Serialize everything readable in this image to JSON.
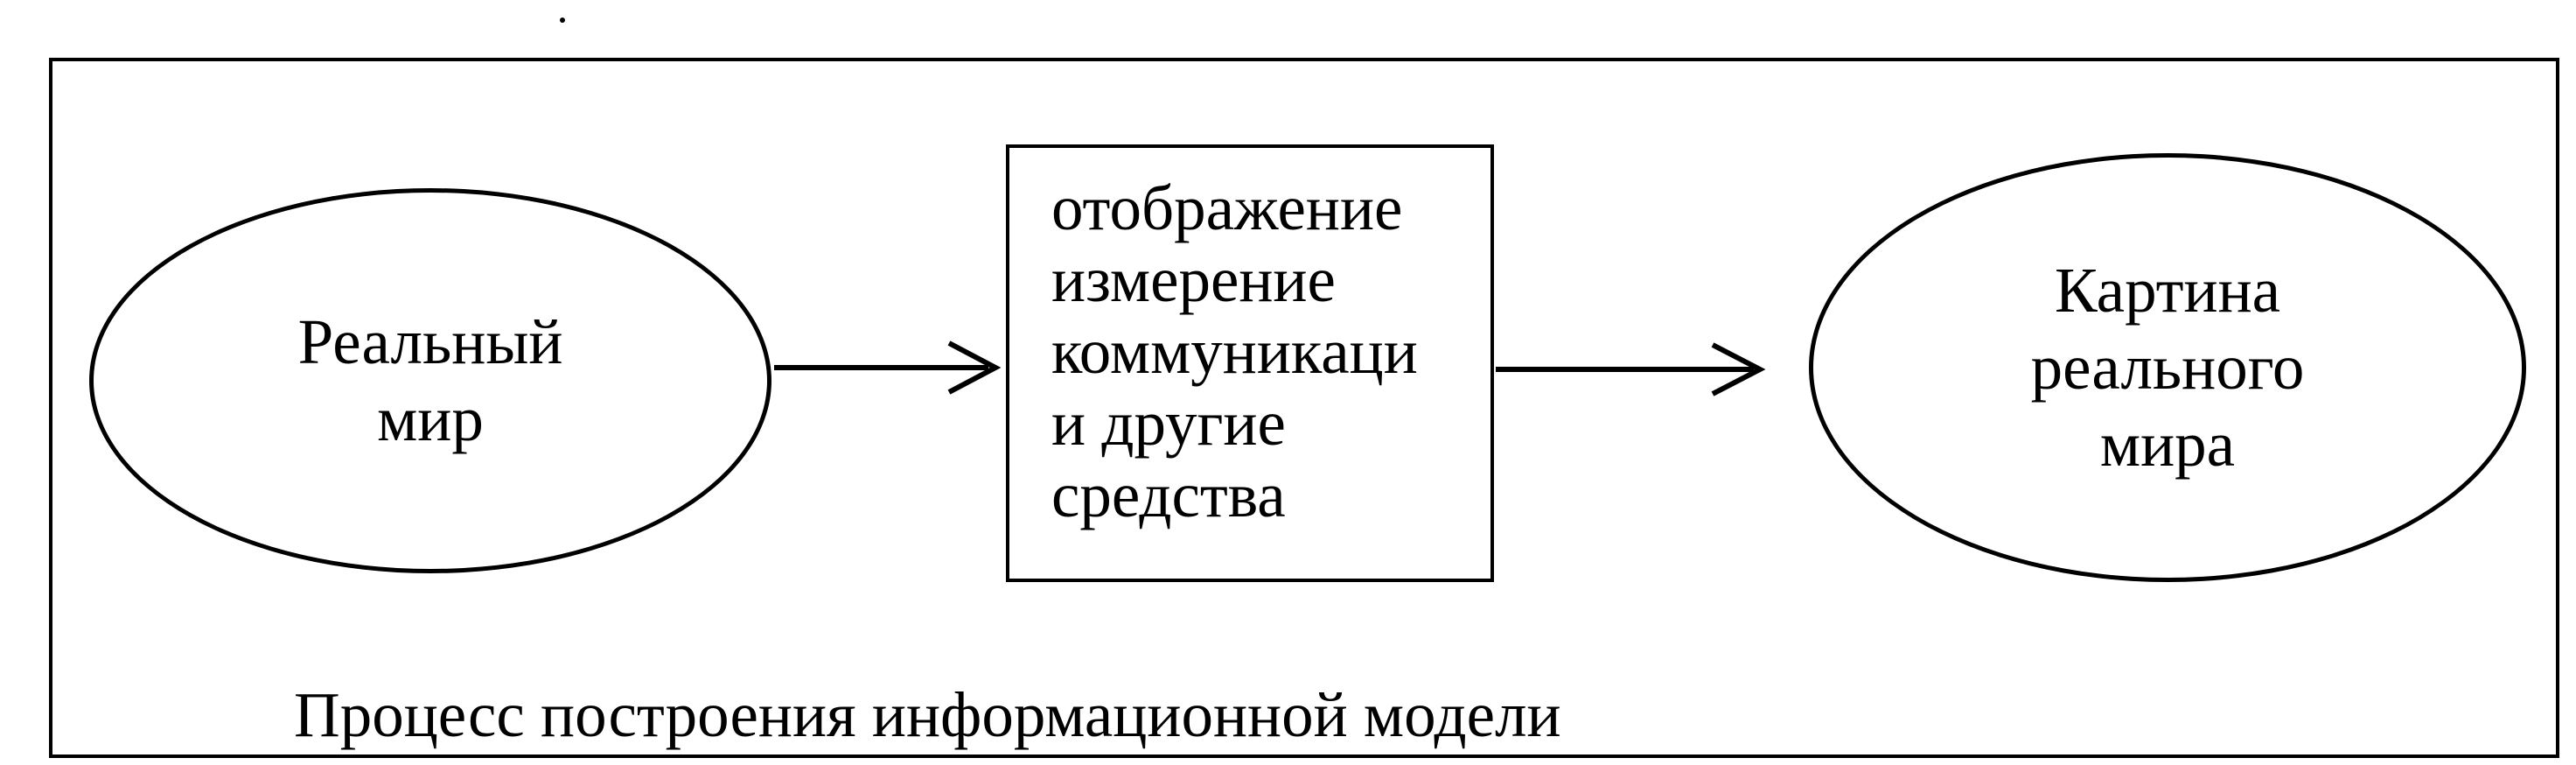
{
  "diagram": {
    "source_node": {
      "lines": [
        "Реальный",
        "мир"
      ]
    },
    "process_node": {
      "lines": [
        "отображение",
        "измерение",
        "коммуникаци",
        "и другие",
        "средства"
      ]
    },
    "target_node": {
      "lines": [
        "Картина",
        "реального",
        "мира"
      ]
    },
    "caption": "Процесс построения информационной модели",
    "edges": [
      {
        "from": "source_node",
        "to": "process_node"
      },
      {
        "from": "process_node",
        "to": "target_node"
      }
    ]
  }
}
